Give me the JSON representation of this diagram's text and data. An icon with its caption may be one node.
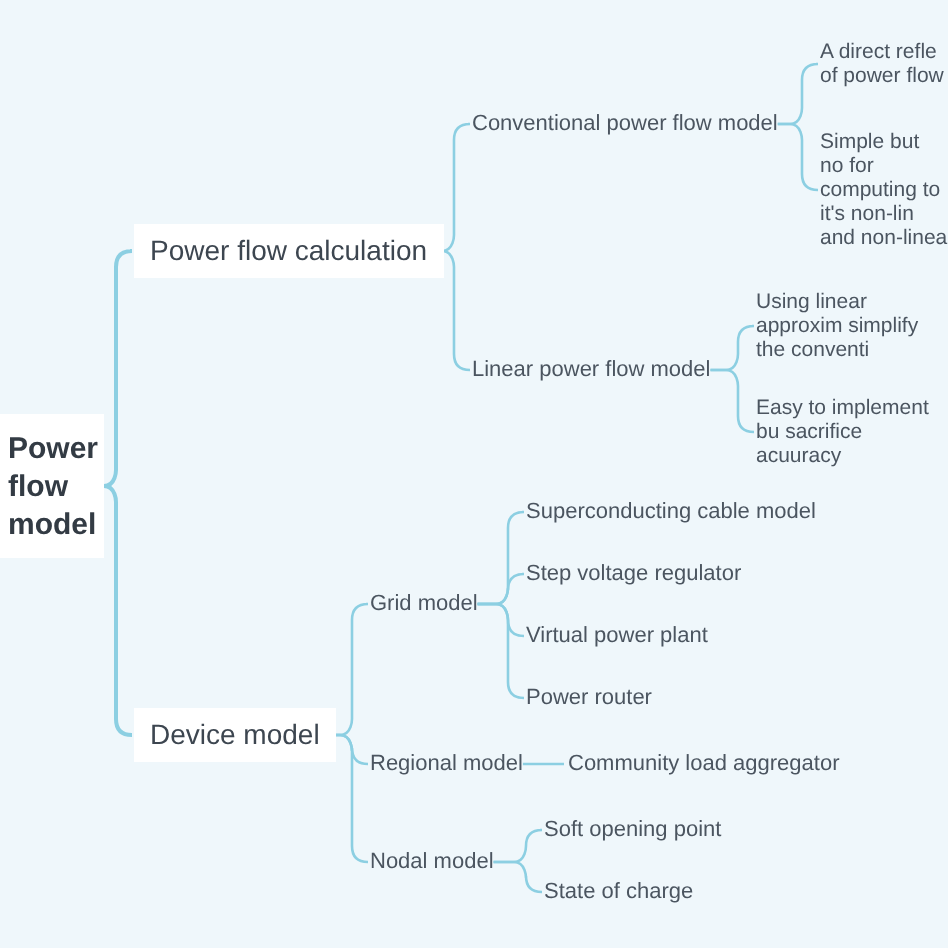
{
  "diagram": {
    "nodes": [
      {
        "text": [
          "Power flow model"
        ]
      },
      {
        "text": [
          "Power flow calculation"
        ]
      },
      {
        "text": [
          "Conventional power flow model"
        ]
      },
      {
        "text": [
          "A direct refle of power flow"
        ]
      },
      {
        "text": [
          "Simple but no for computing to it's non-lin and non-linea"
        ]
      },
      {
        "text": [
          "Linear power flow model"
        ]
      },
      {
        "text": [
          "Using linear approxim simplify the conventi"
        ]
      },
      {
        "text": [
          "Easy to implement bu sacrifice acuuracy"
        ]
      },
      {
        "text": [
          "Device model"
        ]
      },
      {
        "text": [
          "Grid model"
        ]
      },
      {
        "text": [
          "Superconducting cable model"
        ]
      },
      {
        "text": [
          "Step voltage regulator"
        ]
      },
      {
        "text": [
          "Virtual power plant"
        ]
      },
      {
        "text": [
          "Power router"
        ]
      },
      {
        "text": [
          "Regional model"
        ]
      },
      {
        "text": [
          "Community load aggregator"
        ]
      },
      {
        "text": [
          "Nodal model"
        ]
      },
      {
        "text": [
          "Soft opening point"
        ]
      },
      {
        "text": [
          "State of charge"
        ]
      }
    ],
    "edges": [
      {
        "from": 0,
        "to": 1,
        "arrow": "none"
      },
      {
        "from": 0,
        "to": 8,
        "arrow": "none"
      },
      {
        "from": 1,
        "to": 2,
        "arrow": "none"
      },
      {
        "from": 1,
        "to": 5,
        "arrow": "none"
      },
      {
        "from": 2,
        "to": 3,
        "arrow": "none"
      },
      {
        "from": 2,
        "to": 4,
        "arrow": "none"
      },
      {
        "from": 5,
        "to": 6,
        "arrow": "none"
      },
      {
        "from": 5,
        "to": 7,
        "arrow": "none"
      },
      {
        "from": 8,
        "to": 9,
        "arrow": "none"
      },
      {
        "from": 8,
        "to": 14,
        "arrow": "none"
      },
      {
        "from": 8,
        "to": 16,
        "arrow": "none"
      },
      {
        "from": 9,
        "to": 10,
        "arrow": "none"
      },
      {
        "from": 9,
        "to": 11,
        "arrow": "none"
      },
      {
        "from": 9,
        "to": 12,
        "arrow": "none"
      },
      {
        "from": 9,
        "to": 13,
        "arrow": "none"
      },
      {
        "from": 14,
        "to": 15,
        "arrow": "none"
      },
      {
        "from": 16,
        "to": 17,
        "arrow": "none"
      },
      {
        "from": 16,
        "to": 18,
        "arrow": "none"
      }
    ]
  }
}
